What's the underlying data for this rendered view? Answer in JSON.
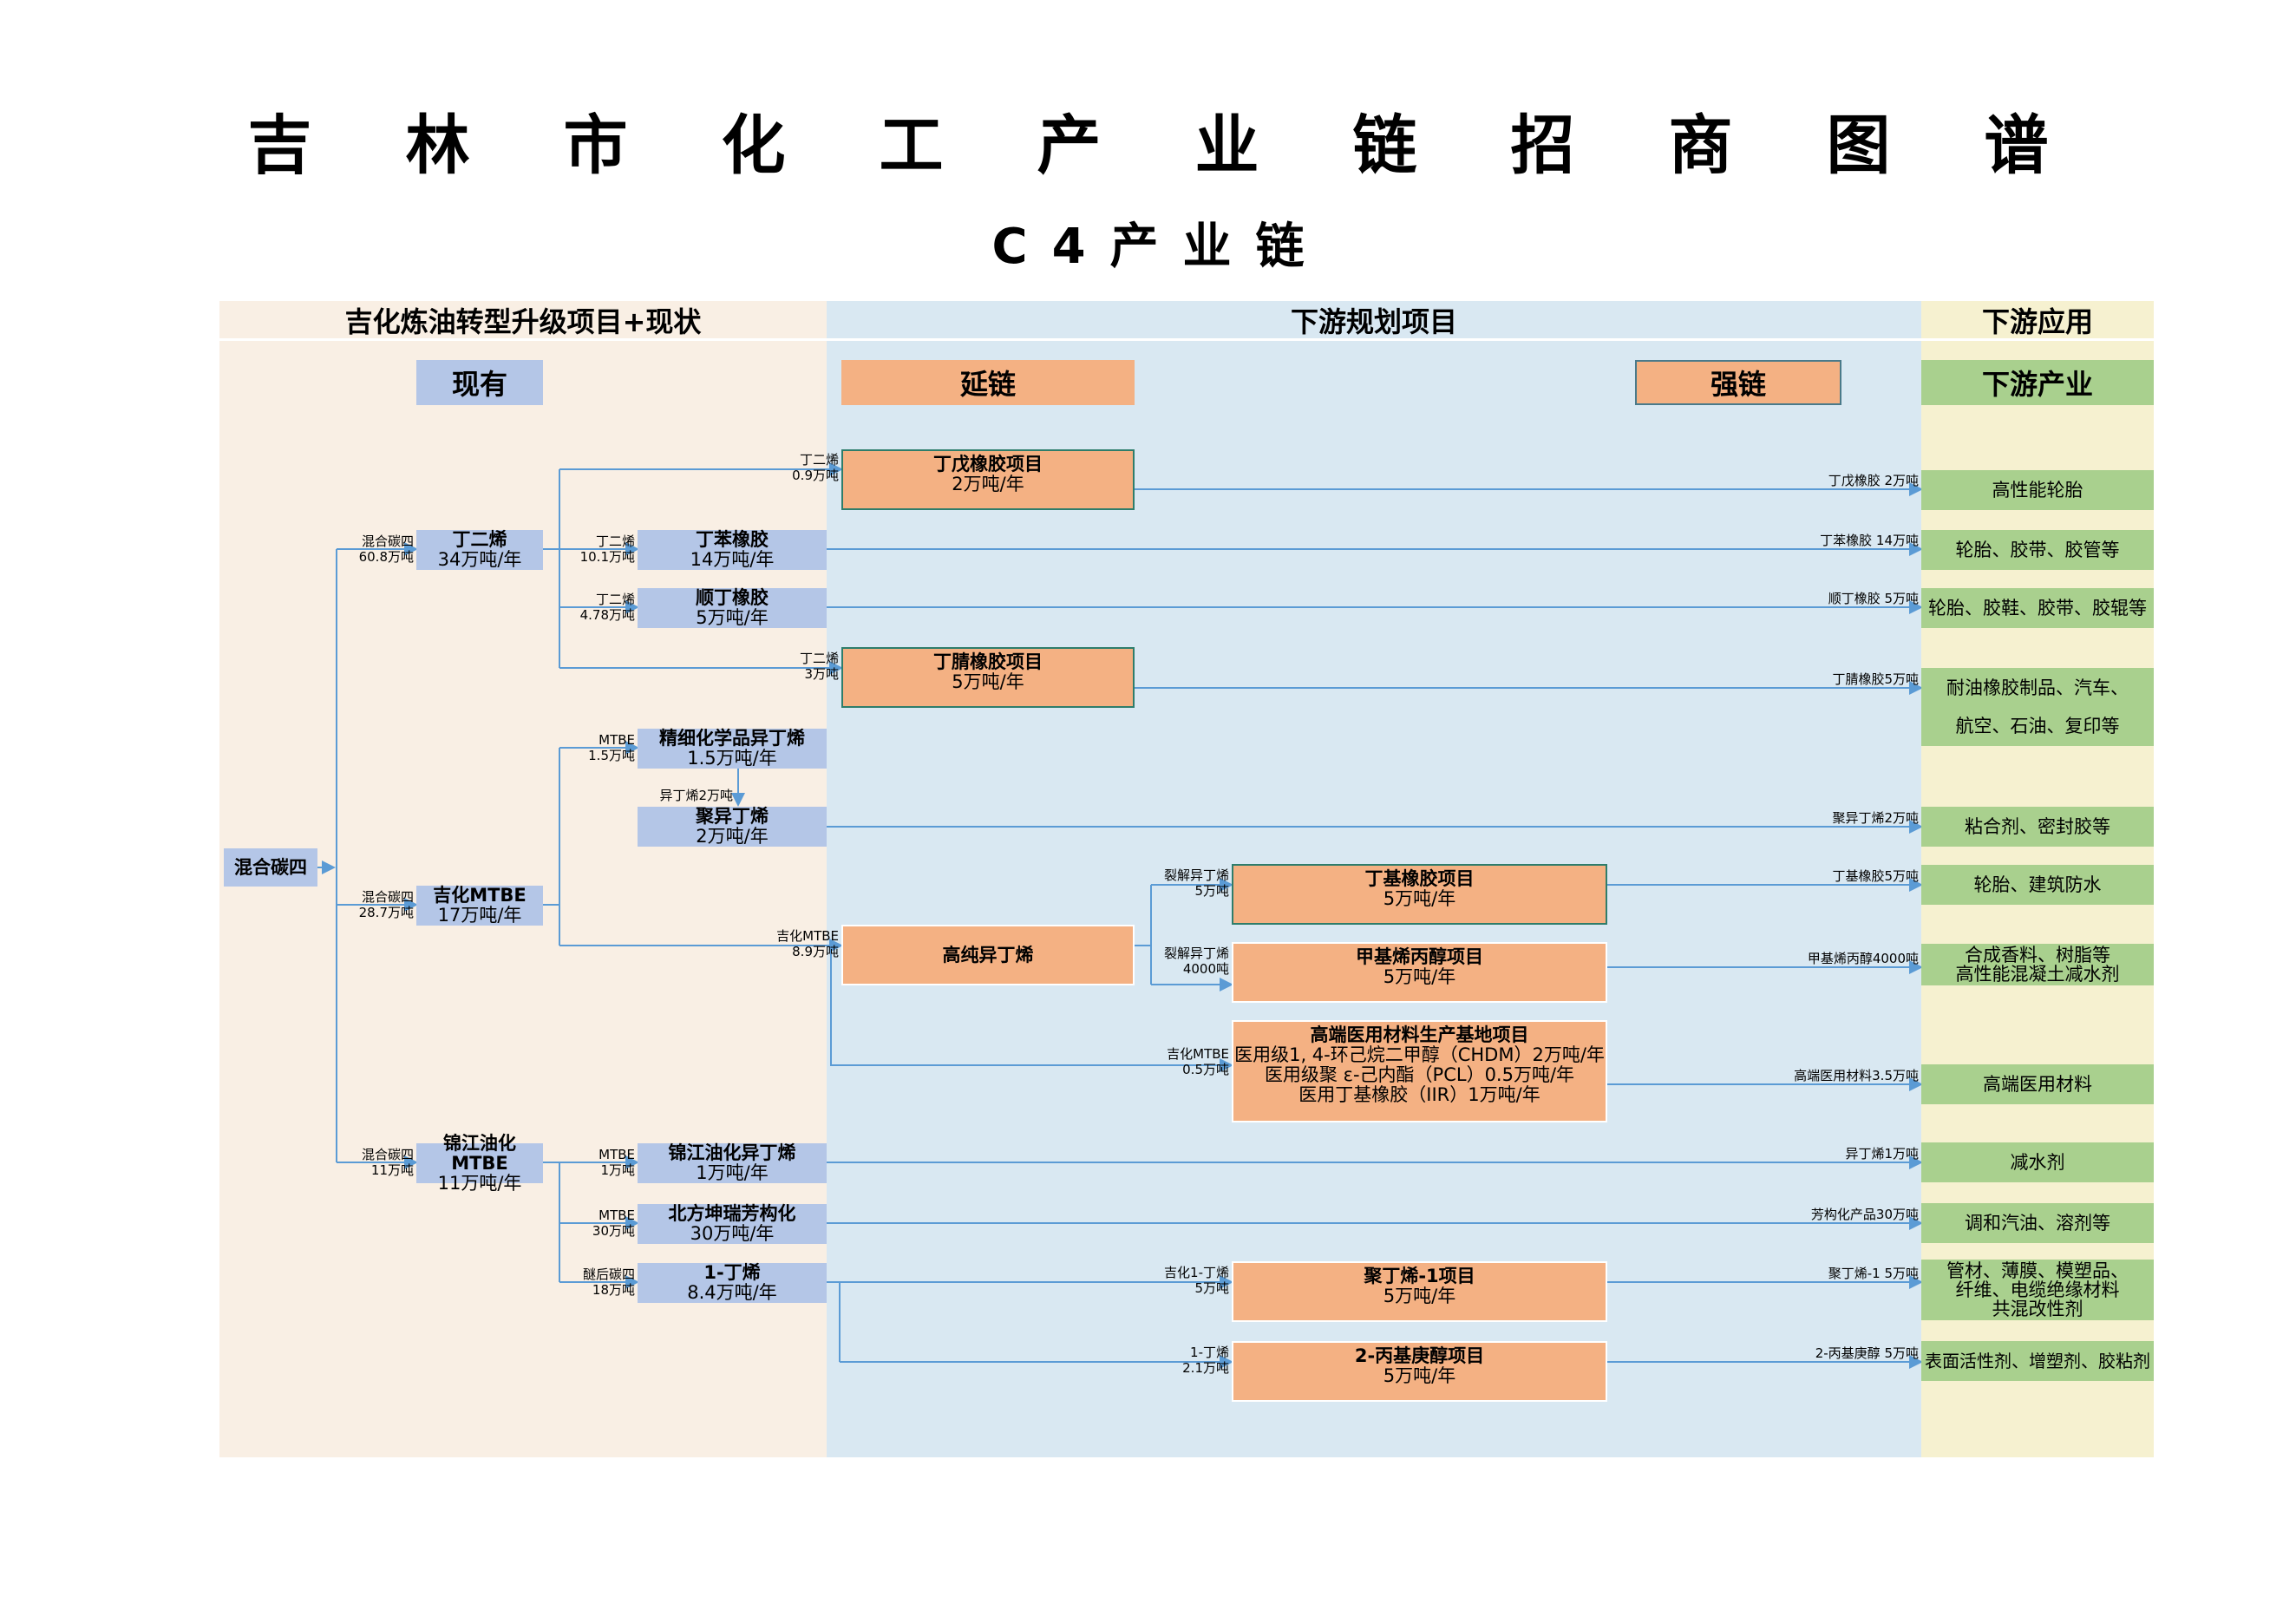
{
  "title": "吉林市化工产业链招商图谱",
  "subtitle": "C4产业链",
  "columns": {
    "left": "吉化炼油转型升级项目+现状",
    "middle": "下游规划项目",
    "right": "下游应用"
  },
  "tags": {
    "existing": "现有",
    "extend": "延链",
    "strengthen": "强链",
    "industry": "下游产业"
  },
  "source": {
    "name": "混合碳四"
  },
  "level1": [
    {
      "name": "丁二烯",
      "cap": "34万吨/年",
      "in_label": "混合碳四",
      "in_qty": "60.8万吨"
    },
    {
      "name": "吉化MTBE",
      "cap": "17万吨/年",
      "in_label": "混合碳四",
      "in_qty": "28.7万吨"
    },
    {
      "name": "锦江油化MTBE",
      "cap": "11万吨/年",
      "in_label": "混合碳四",
      "in_qty": "11万吨"
    }
  ],
  "level2": [
    {
      "name": "丁苯橡胶",
      "cap": "14万吨/年",
      "in_label": "丁二烯",
      "in_qty": "10.1万吨"
    },
    {
      "name": "顺丁橡胶",
      "cap": "5万吨/年",
      "in_label": "丁二烯",
      "in_qty": "4.78万吨"
    },
    {
      "name": "精细化学品异丁烯",
      "cap": "1.5万吨/年",
      "in_label": "MTBE",
      "in_qty": "1.5万吨"
    },
    {
      "name": "聚异丁烯",
      "cap": "2万吨/年",
      "in_label": "异丁烯2万吨"
    },
    {
      "name": "锦江油化异丁烯",
      "cap": "1万吨/年",
      "in_label": "MTBE",
      "in_qty": "1万吨"
    },
    {
      "name": "北方坤瑞芳构化",
      "cap": "30万吨/年",
      "in_label": "MTBE",
      "in_qty": "30万吨"
    },
    {
      "name": "1-丁烯",
      "cap": "8.4万吨/年",
      "in_label": "醚后碳四",
      "in_qty": "18万吨"
    }
  ],
  "projects": [
    {
      "name": "丁戊橡胶项目",
      "cap": "2万吨/年",
      "in_label": "丁二烯",
      "in_qty": "0.9万吨"
    },
    {
      "name": "丁腈橡胶项目",
      "cap": "5万吨/年",
      "in_label": "丁二烯",
      "in_qty": "3万吨"
    },
    {
      "name": "高纯异丁烯",
      "in_label": "吉化MTBE",
      "in_qty": "8.9万吨"
    },
    {
      "name": "丁基橡胶项目",
      "cap": "5万吨/年",
      "in_label": "裂解异丁烯",
      "in_qty": "5万吨"
    },
    {
      "name": "甲基烯丙醇项目",
      "cap": "5万吨/年",
      "in_label": "裂解异丁烯",
      "in_qty": "4000吨"
    },
    {
      "name": "高端医用材料生产基地项目",
      "lines": [
        "医用级1, 4-环己烷二甲醇（CHDM）2万吨/年",
        "医用级聚 ε-己内酯（PCL）0.5万吨/年",
        "医用丁基橡胶（IIR）1万吨/年"
      ],
      "in_label": "吉化MTBE",
      "in_qty": "0.5万吨"
    },
    {
      "name": "聚丁烯-1项目",
      "cap": "5万吨/年",
      "in_label": "吉化1-丁烯",
      "in_qty": "5万吨"
    },
    {
      "name": "2-丙基庚醇项目",
      "cap": "5万吨/年",
      "in_label": "1-丁烯",
      "in_qty": "2.1万吨"
    }
  ],
  "downstream": [
    {
      "flow": "丁戊橡胶 2万吨",
      "app": "高性能轮胎"
    },
    {
      "flow": "丁苯橡胶 14万吨",
      "app": "轮胎、胶带、胶管等"
    },
    {
      "flow": "顺丁橡胶 5万吨",
      "app": "轮胎、胶鞋、胶带、胶辊等"
    },
    {
      "flow": "丁腈橡胶5万吨",
      "app": "耐油橡胶制品、汽车、",
      "app2": "航空、石油、复印等"
    },
    {
      "flow": "聚异丁烯2万吨",
      "app": "粘合剂、密封胶等"
    },
    {
      "flow": "丁基橡胶5万吨",
      "app": "轮胎、建筑防水"
    },
    {
      "flow": "甲基烯丙醇4000吨",
      "app": "合成香料、树脂等",
      "app2": "高性能混凝土减水剂"
    },
    {
      "flow": "高端医用材料3.5万吨",
      "app": "高端医用材料"
    },
    {
      "flow": "异丁烯1万吨",
      "app": "减水剂"
    },
    {
      "flow": "芳构化产品30万吨",
      "app": "调和汽油、溶剂等"
    },
    {
      "flow": "聚丁烯-1  5万吨",
      "app": "管材、薄膜、模塑品、",
      "app2": "纤维、电缆绝缘材料",
      "app3": "共混改性剂"
    },
    {
      "flow": "2-丙基庚醇  5万吨",
      "app": "表面活性剂、增塑剂、胶粘剂"
    }
  ],
  "colors": {
    "left_bg": "#f9efe4",
    "mid_bg": "#d9e8f2",
    "right_bg": "#f6f1d0",
    "node_blue": "#b4c6e7",
    "node_orange": "#f4b183",
    "node_green": "#a9d08e",
    "line": "#5b9bd5"
  }
}
